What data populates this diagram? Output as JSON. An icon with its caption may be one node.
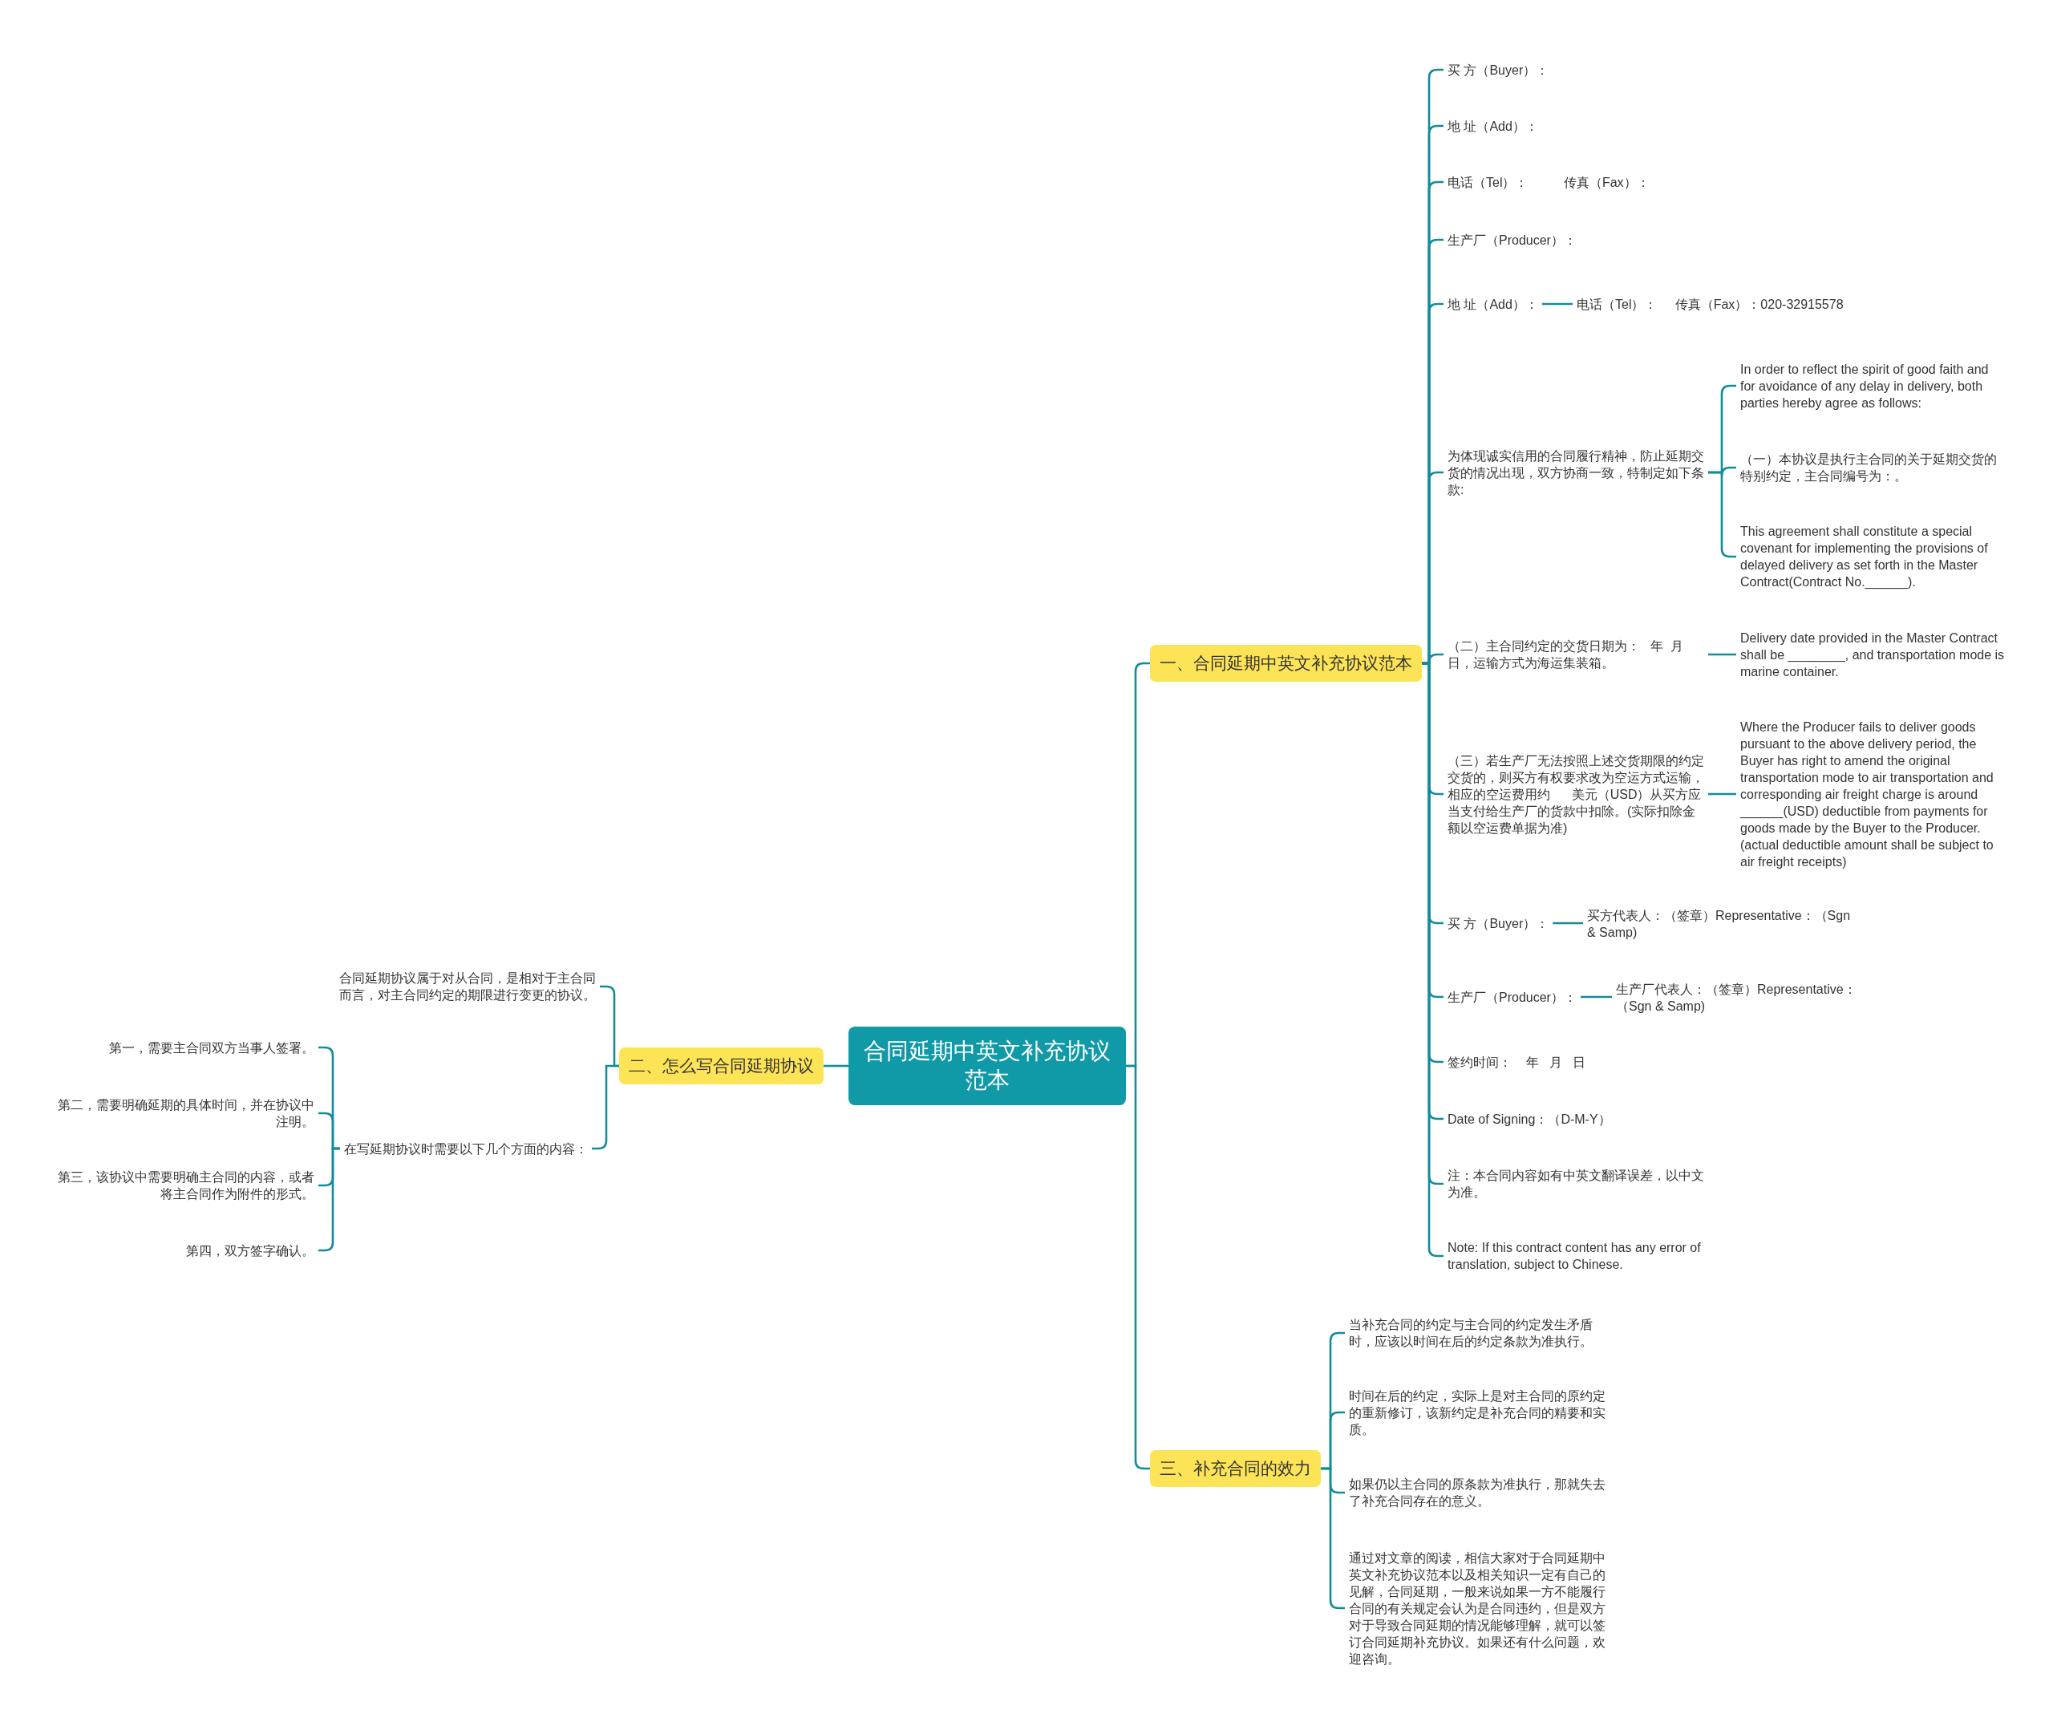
{
  "diagram": {
    "nodes": [
      {
        "text": [
          "合同延期中英文补充协议范本"
        ]
      },
      {
        "text": [
          "一、合同延期中英文补充协议范本"
        ]
      },
      {
        "text": [
          "买 方（Buyer）："
        ]
      },
      {
        "text": [
          "地 址（Add）："
        ]
      },
      {
        "text": [
          "电话（Tel）：          传真（Fax）："
        ]
      },
      {
        "text": [
          "生产厂（Producer）："
        ]
      },
      {
        "text": [
          "地 址（Add）："
        ]
      },
      {
        "text": [
          "电话（Tel）：     传真（Fax）：020-32915578"
        ]
      },
      {
        "text": [
          "为体现诚实信用的合同履行精神，防止延期交货的情况出现，双方协商一致，特制定如下条款:"
        ]
      },
      {
        "text": [
          "In order to reflect the spirit of good faith and for avoidance of any delay in delivery, both parties hereby agree as follows:"
        ]
      },
      {
        "text": [
          "（一）本协议是执行主合同的关于延期交货的特别约定，主合同编号为：。"
        ]
      },
      {
        "text": [
          "This agreement shall constitute a special covenant for implementing the provisions of delayed delivery as set forth in the Master Contract(Contract No.______)."
        ]
      },
      {
        "text": [
          "（二）主合同约定的交货日期为：   年  月日，运输方式为海运集装箱。"
        ]
      },
      {
        "text": [
          "Delivery date provided in the Master Contract shall be ________, and transportation mode is marine container."
        ]
      },
      {
        "text": [
          "（三）若生产厂无法按照上述交货期限的约定交货的，则买方有权要求改为空运方式运输，相应的空运费用约      美元（USD）从买方应当支付给生产厂的货款中扣除。(实际扣除金额以空运费单据为准)"
        ]
      },
      {
        "text": [
          "Where the Producer fails to deliver goods pursuant to the above delivery period, the Buyer has right to amend the original transportation mode to air transportation and corresponding air freight charge is around ______(USD) deductible from payments for goods made by the Buyer to the Producer. (actual deductible amount shall be subject to air freight receipts)"
        ]
      },
      {
        "text": [
          "买 方（Buyer）："
        ]
      },
      {
        "text": [
          "买方代表人：（签章）Representative：（Sgn & Samp)"
        ]
      },
      {
        "text": [
          "生产厂（Producer）："
        ]
      },
      {
        "text": [
          "生产厂代表人：（签章）Representative：（Sgn & Samp)"
        ]
      },
      {
        "text": [
          "签约时间：    年   月   日"
        ]
      },
      {
        "text": [
          "Date of Signing：（D-M-Y）"
        ]
      },
      {
        "text": [
          "注：本合同内容如有中英文翻译误差，以中文为准。"
        ]
      },
      {
        "text": [
          "Note: If this contract content has any error of translation, subject to Chinese."
        ]
      },
      {
        "text": [
          "二、怎么写合同延期协议"
        ]
      },
      {
        "text": [
          "合同延期协议属于对从合同，是相对于主合同而言，对主合同约定的期限进行变更的协议。"
        ]
      },
      {
        "text": [
          "在写延期协议时需要以下几个方面的内容："
        ]
      },
      {
        "text": [
          "第一，需要主合同双方当事人签署。"
        ]
      },
      {
        "text": [
          "第二，需要明确延期的具体时间，并在协议中注明。"
        ]
      },
      {
        "text": [
          "第三，该协议中需要明确主合同的内容，或者将主合同作为附件的形式。"
        ]
      },
      {
        "text": [
          "第四，双方签字确认。"
        ]
      },
      {
        "text": [
          "三、补充合同的效力"
        ]
      },
      {
        "text": [
          "当补充合同的约定与主合同的约定发生矛盾时，应该以时间在后的约定条款为准执行。"
        ]
      },
      {
        "text": [
          "时间在后的约定，实际上是对主合同的原约定的重新修订，该新约定是补充合同的精要和实质。"
        ]
      },
      {
        "text": [
          "如果仍以主合同的原条款为准执行，那就失去了补充合同存在的意义。"
        ]
      },
      {
        "text": [
          "通过对文章的阅读，相信大家对于合同延期中英文补充协议范本以及相关知识一定有自己的见解，合同延期，一般来说如果一方不能履行合同的有关规定会认为是合同违约，但是双方对于导致合同延期的情况能够理解，就可以签订合同延期补充协议。如果还有什么问题，欢迎咨询。"
        ]
      }
    ],
    "edges": [
      {
        "from": 0,
        "to": 1,
        "arrow": "none"
      },
      {
        "from": 1,
        "to": 2,
        "arrow": "none"
      },
      {
        "from": 1,
        "to": 3,
        "arrow": "none"
      },
      {
        "from": 1,
        "to": 4,
        "arrow": "none"
      },
      {
        "from": 1,
        "to": 5,
        "arrow": "none"
      },
      {
        "from": 1,
        "to": 6,
        "arrow": "none"
      },
      {
        "from": 6,
        "to": 7,
        "arrow": "none"
      },
      {
        "from": 1,
        "to": 8,
        "arrow": "none"
      },
      {
        "from": 8,
        "to": 9,
        "arrow": "none"
      },
      {
        "from": 8,
        "to": 10,
        "arrow": "none"
      },
      {
        "from": 8,
        "to": 11,
        "arrow": "none"
      },
      {
        "from": 1,
        "to": 12,
        "arrow": "none"
      },
      {
        "from": 12,
        "to": 13,
        "arrow": "none"
      },
      {
        "from": 1,
        "to": 14,
        "arrow": "none"
      },
      {
        "from": 14,
        "to": 15,
        "arrow": "none"
      },
      {
        "from": 1,
        "to": 16,
        "arrow": "none"
      },
      {
        "from": 16,
        "to": 17,
        "arrow": "none"
      },
      {
        "from": 1,
        "to": 18,
        "arrow": "none"
      },
      {
        "from": 18,
        "to": 19,
        "arrow": "none"
      },
      {
        "from": 1,
        "to": 20,
        "arrow": "none"
      },
      {
        "from": 1,
        "to": 21,
        "arrow": "none"
      },
      {
        "from": 1,
        "to": 22,
        "arrow": "none"
      },
      {
        "from": 1,
        "to": 23,
        "arrow": "none"
      },
      {
        "from": 0,
        "to": 24,
        "arrow": "none"
      },
      {
        "from": 24,
        "to": 25,
        "arrow": "none"
      },
      {
        "from": 24,
        "to": 26,
        "arrow": "none"
      },
      {
        "from": 26,
        "to": 27,
        "arrow": "none"
      },
      {
        "from": 26,
        "to": 28,
        "arrow": "none"
      },
      {
        "from": 26,
        "to": 29,
        "arrow": "none"
      },
      {
        "from": 26,
        "to": 30,
        "arrow": "none"
      },
      {
        "from": 0,
        "to": 31,
        "arrow": "none"
      },
      {
        "from": 31,
        "to": 32,
        "arrow": "none"
      },
      {
        "from": 31,
        "to": 33,
        "arrow": "none"
      },
      {
        "from": 31,
        "to": 34,
        "arrow": "none"
      },
      {
        "from": 31,
        "to": 35,
        "arrow": "none"
      }
    ]
  }
}
